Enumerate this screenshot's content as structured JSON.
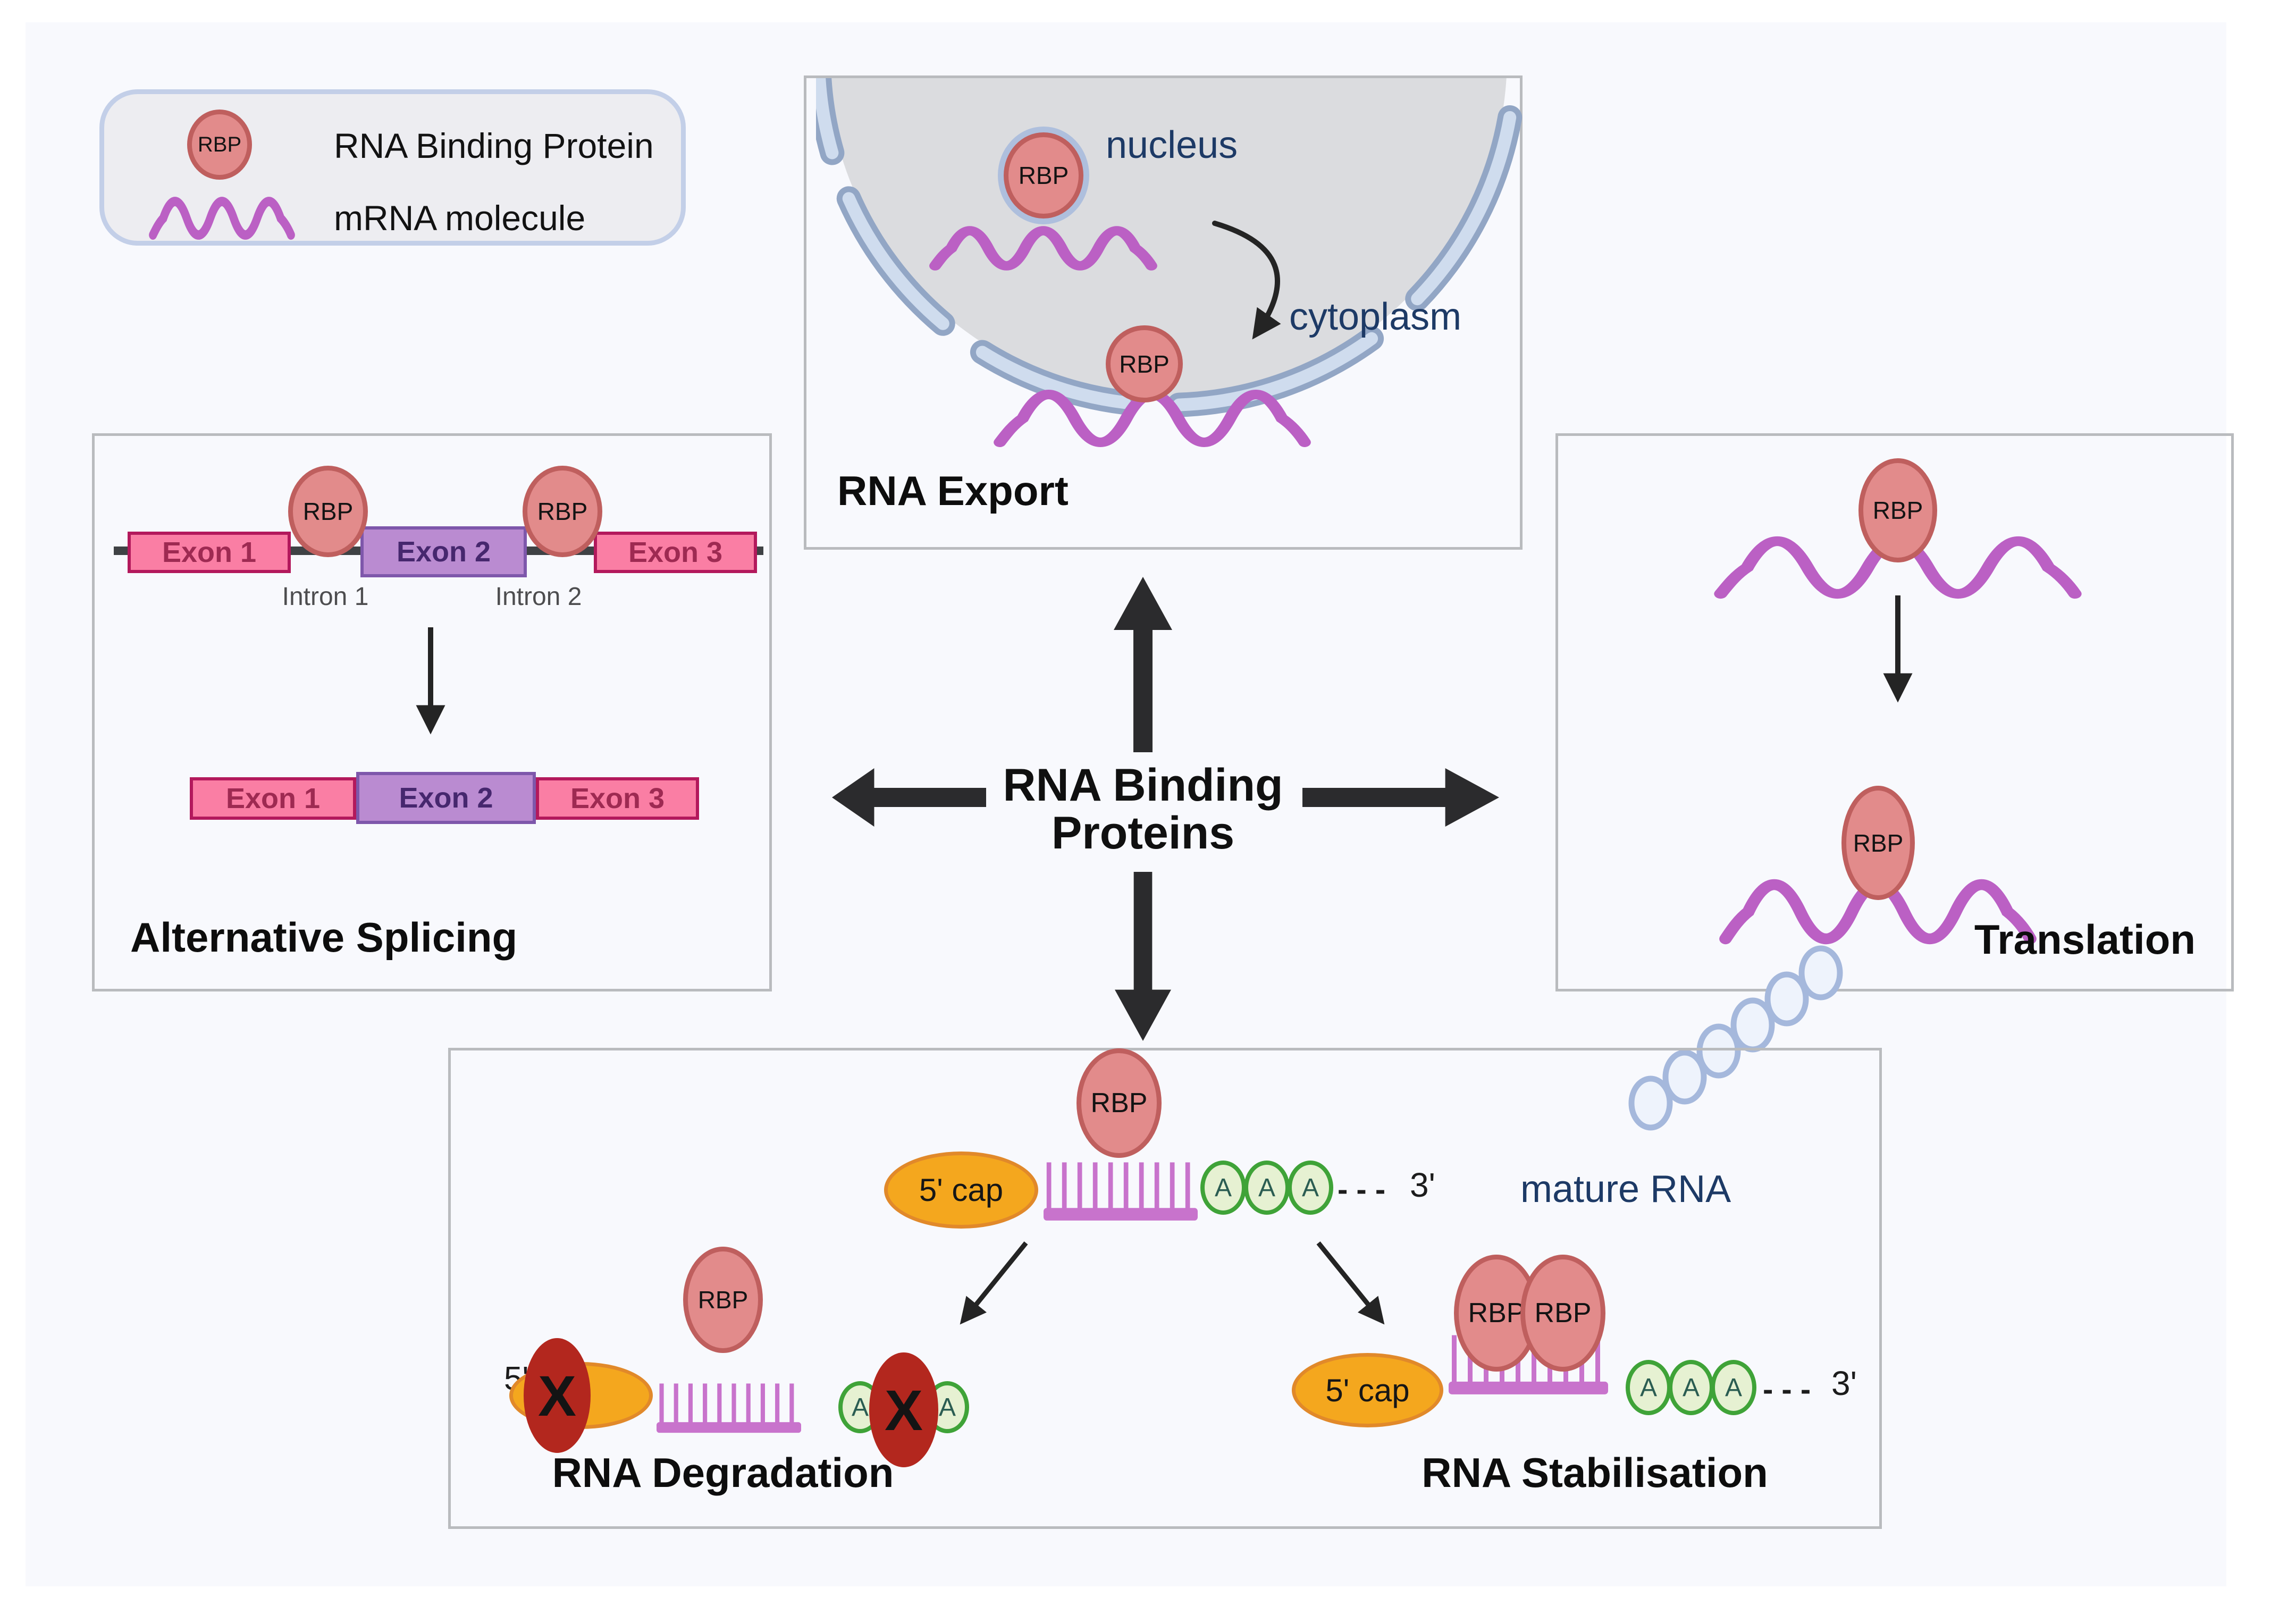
{
  "labels": {
    "rbp": "RBP",
    "a": "A",
    "x": "X",
    "cap": "5' cap",
    "five_prime": "5'",
    "three_prime": "3'",
    "dash": "- - -"
  },
  "legend": {
    "rbp_symbol": "RBP",
    "items": [
      {
        "label": "RNA Binding Protein"
      },
      {
        "label": "mRNA molecule"
      }
    ]
  },
  "center": {
    "title_line1": "RNA Binding",
    "title_line2": "Proteins"
  },
  "export_panel": {
    "title": "RNA Export",
    "nucleus_label": "nucleus",
    "cytoplasm_label": "cytoplasm"
  },
  "splicing_panel": {
    "title": "Alternative Splicing",
    "pre_mrna_exons": [
      "Exon 1",
      "Exon 2",
      "Exon 3"
    ],
    "introns": [
      "Intron 1",
      "Intron 2"
    ],
    "spliced_exons": [
      "Exon 1",
      "Exon 2",
      "Exon 3"
    ]
  },
  "translation_panel": {
    "title": "Translation"
  },
  "bottom_panel": {
    "mature_label": "mature RNA",
    "degradation_title": "RNA Degradation",
    "stabilisation_title": "RNA Stabilisation"
  },
  "colors": {
    "canvas_bg": "#f8f9fd",
    "panel_border": "#b9bbbe",
    "legend_border": "#c3cfe8",
    "legend_bg": "#ededf1",
    "rbp_fill": "#e28b8b",
    "rbp_stroke": "#bf5f5e",
    "mrna_purple": "#bb60c4",
    "comb_purple": "#c873cc",
    "cap_orange": "#f4a71e",
    "a_green_fill": "#e6f1d2",
    "a_green_stroke": "#3fa338",
    "x_red": "#b3271e",
    "exon_pink": "#fa7ea4",
    "exon_purple": "#ba8bd1",
    "navy_text": "#1d3a66",
    "nucleus_gray": "#dbdcdf",
    "envelope_blue": "#92a6c5",
    "arrow_black": "#2b2b2d"
  }
}
